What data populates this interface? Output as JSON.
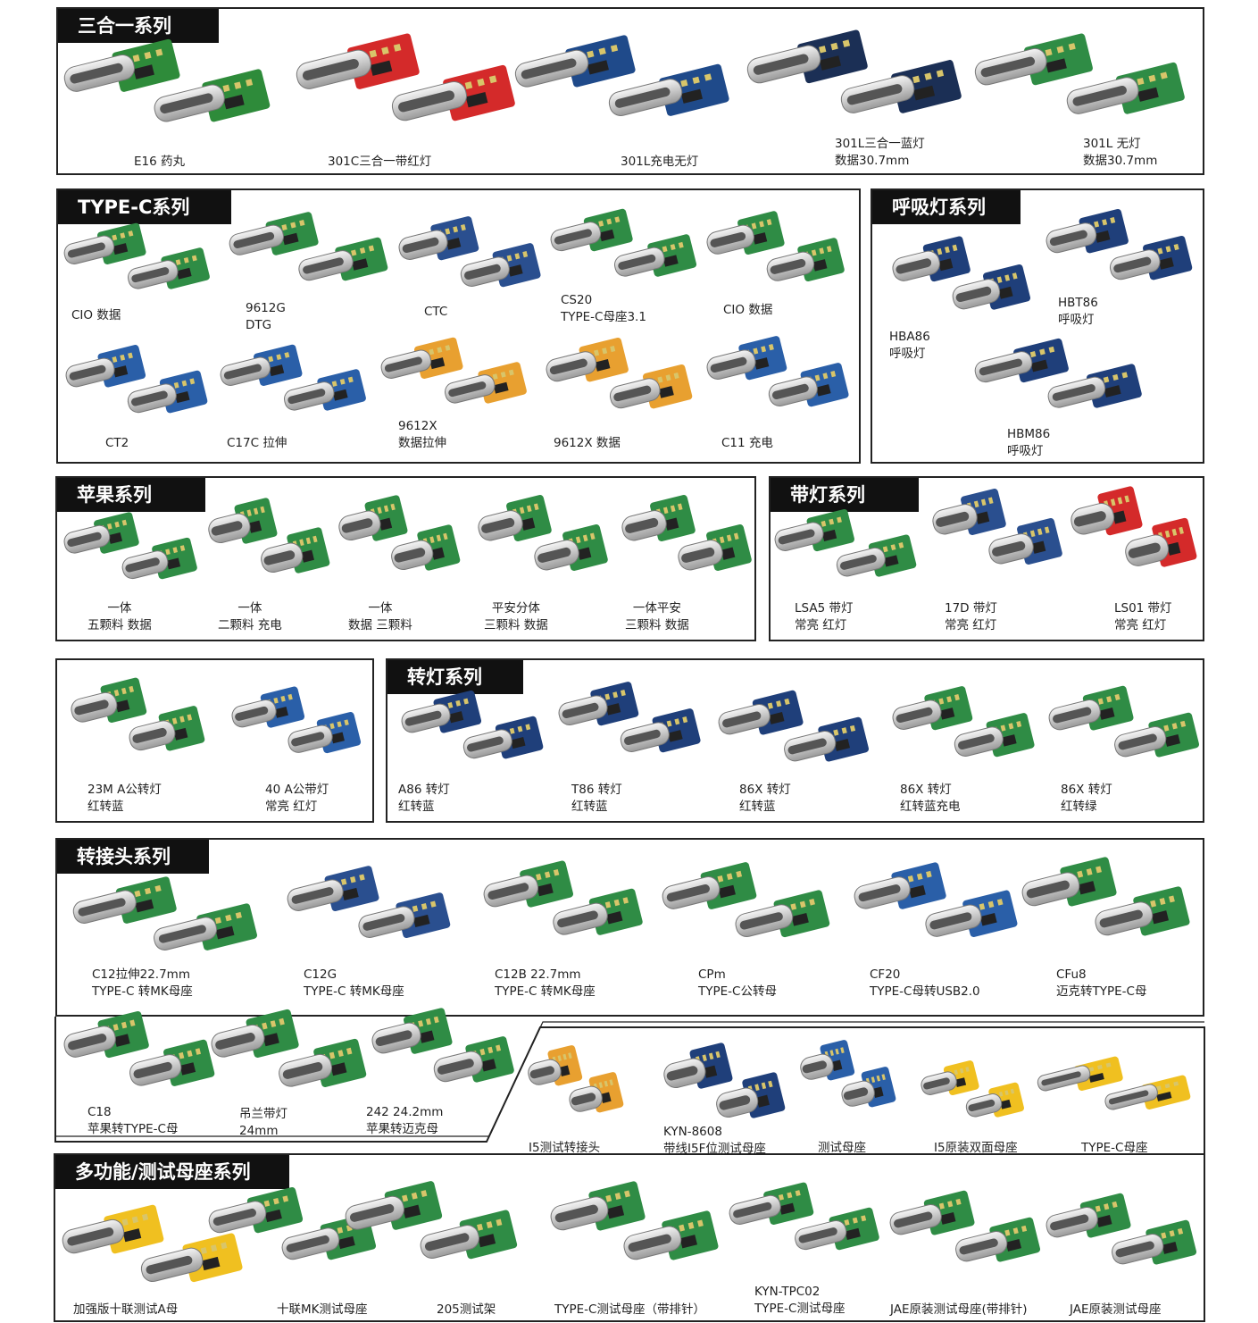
{
  "sections": {
    "s1": {
      "title": "三合一系列",
      "items": [
        {
          "caption": [
            "E16 药丸"
          ],
          "color": "#2e8b3a"
        },
        {
          "caption": [
            "301C三合一带红灯"
          ],
          "color": "#d42a2a"
        },
        {
          "caption": [
            "301L充电无灯"
          ],
          "color": "#1f4a8a"
        },
        {
          "caption": [
            "301L三合一蓝灯",
            "数据30.7mm"
          ],
          "color": "#1b2f55"
        },
        {
          "caption": [
            "301L 无灯",
            "数据30.7mm"
          ],
          "color": "#2f8c45"
        }
      ]
    },
    "s2": {
      "title": "TYPE-C系列",
      "items": [
        {
          "caption": [
            "CIO 数据"
          ],
          "color": "#2f8c45"
        },
        {
          "caption": [
            "9612G",
            "DTG"
          ],
          "color": "#2f8c45"
        },
        {
          "caption": [
            "CTC"
          ],
          "color": "#2a4f8f"
        },
        {
          "caption": [
            "CS20",
            "TYPE-C母座3.1"
          ],
          "color": "#2f8c45"
        },
        {
          "caption": [
            "CIO 数据"
          ],
          "color": "#2f8c45"
        },
        {
          "caption": [
            "CT2"
          ],
          "color": "#2a5fa8"
        },
        {
          "caption": [
            "C17C 拉伸"
          ],
          "color": "#2a5fa8"
        },
        {
          "caption": [
            "9612X",
            "数据拉伸"
          ],
          "color": "#e8a030"
        },
        {
          "caption": [
            "9612X 数据"
          ],
          "color": "#e8a030"
        },
        {
          "caption": [
            "C11 充电"
          ],
          "color": "#2a5fa8"
        }
      ]
    },
    "s3": {
      "title": "呼吸灯系列",
      "items": [
        {
          "caption": [
            "HBA86",
            "呼吸灯"
          ],
          "color": "#1f3f7a"
        },
        {
          "caption": [
            "HBT86",
            "呼吸灯"
          ],
          "color": "#1f3f7a"
        },
        {
          "caption": [
            "HBM86",
            "呼吸灯"
          ],
          "color": "#1f3f7a"
        }
      ]
    },
    "s4": {
      "title": "苹果系列",
      "items": [
        {
          "caption": [
            "一体",
            "五颗料 数据"
          ],
          "color": "#2f8c45"
        },
        {
          "caption": [
            "一体",
            "二颗料 充电"
          ],
          "color": "#2f8c45"
        },
        {
          "caption": [
            "一体",
            "数据  三颗料"
          ],
          "color": "#2f8c45"
        },
        {
          "caption": [
            "平安分体",
            "三颗料 数据"
          ],
          "color": "#2f8c45"
        },
        {
          "caption": [
            "一体平安",
            "三颗料 数据"
          ],
          "color": "#2f8c45"
        }
      ]
    },
    "s5": {
      "title": "带灯系列",
      "items": [
        {
          "caption": [
            "LSA5 带灯",
            "常亮 红灯"
          ],
          "color": "#2f8c45"
        },
        {
          "caption": [
            "17D 带灯",
            "常亮 红灯"
          ],
          "color": "#2a4f8f"
        },
        {
          "caption": [
            "LS01 带灯",
            "常亮 红灯"
          ],
          "color": "#d42a2a"
        }
      ]
    },
    "s6": {
      "items": [
        {
          "caption": [
            "23M A公转灯",
            "红转蓝"
          ],
          "color": "#2f8c45"
        },
        {
          "caption": [
            "40 A公带灯",
            "常亮 红灯"
          ],
          "color": "#2a5fa8"
        }
      ]
    },
    "s7": {
      "title": "转灯系列",
      "items": [
        {
          "caption": [
            "A86 转灯",
            "红转蓝"
          ],
          "color": "#1f3f7a"
        },
        {
          "caption": [
            "T86 转灯",
            "红转蓝"
          ],
          "color": "#1f3f7a"
        },
        {
          "caption": [
            "86X 转灯",
            "红转蓝"
          ],
          "color": "#1f3f7a"
        },
        {
          "caption": [
            "86X 转灯",
            "红转蓝充电"
          ],
          "color": "#2f8c45"
        },
        {
          "caption": [
            "86X 转灯",
            "红转绿"
          ],
          "color": "#2f8c45"
        }
      ]
    },
    "s8": {
      "title": "转接头系列",
      "items": [
        {
          "caption": [
            "C12拉伸22.7mm",
            "TYPE-C 转MK母座"
          ],
          "color": "#2f8c45"
        },
        {
          "caption": [
            "C12G",
            "TYPE-C 转MK母座"
          ],
          "color": "#2a4f8f"
        },
        {
          "caption": [
            "C12B 22.7mm",
            "TYPE-C 转MK母座"
          ],
          "color": "#2f8c45"
        },
        {
          "caption": [
            "CPm",
            "TYPE-C公转母"
          ],
          "color": "#2f8c45"
        },
        {
          "caption": [
            "CF20",
            "TYPE-C母转USB2.0"
          ],
          "color": "#2a5fa8"
        },
        {
          "caption": [
            "CFu8",
            "迈克转TYPE-C母"
          ],
          "color": "#2f8c45"
        },
        {
          "caption": [
            "C18",
            "苹果转TYPE-C母"
          ],
          "color": "#2f8c45"
        },
        {
          "caption": [
            "吊兰带灯",
            "24mm"
          ],
          "color": "#2f8c45"
        },
        {
          "caption": [
            "242  24.2mm",
            "苹果转迈克母"
          ],
          "color": "#2f8c45"
        }
      ]
    },
    "s9": {
      "items": [
        {
          "caption": [
            "I5测试转接头"
          ],
          "color": "#e8a030"
        },
        {
          "caption": [
            "KYN-8608",
            "带线I5F位测试母座"
          ],
          "color": "#1f3f7a"
        },
        {
          "caption": [
            "测试母座"
          ],
          "color": "#2a5fa8"
        },
        {
          "caption": [
            "I5原装双面母座"
          ],
          "color": "#f0c020"
        },
        {
          "caption": [
            "TYPE-C母座"
          ],
          "color": "#f0c020"
        }
      ]
    },
    "s10": {
      "title": "多功能/测试母座系列",
      "items": [
        {
          "caption": [
            "加强版十联测试A母"
          ],
          "color": "#f0c020"
        },
        {
          "caption": [
            "十联MK测试母座"
          ],
          "color": "#2f8c45"
        },
        {
          "caption": [
            "205测试架"
          ],
          "color": "#2f8c45"
        },
        {
          "caption": [
            "TYPE-C测试母座（带排针）"
          ],
          "color": "#2f8c45"
        },
        {
          "caption": [
            "KYN-TPC02",
            "TYPE-C测试母座"
          ],
          "color": "#2f8c45"
        },
        {
          "caption": [
            "JAE原装测试母座(带排针)"
          ],
          "color": "#2f8c45"
        },
        {
          "caption": [
            "JAE原装测试母座"
          ],
          "color": "#2f8c45"
        }
      ]
    }
  }
}
